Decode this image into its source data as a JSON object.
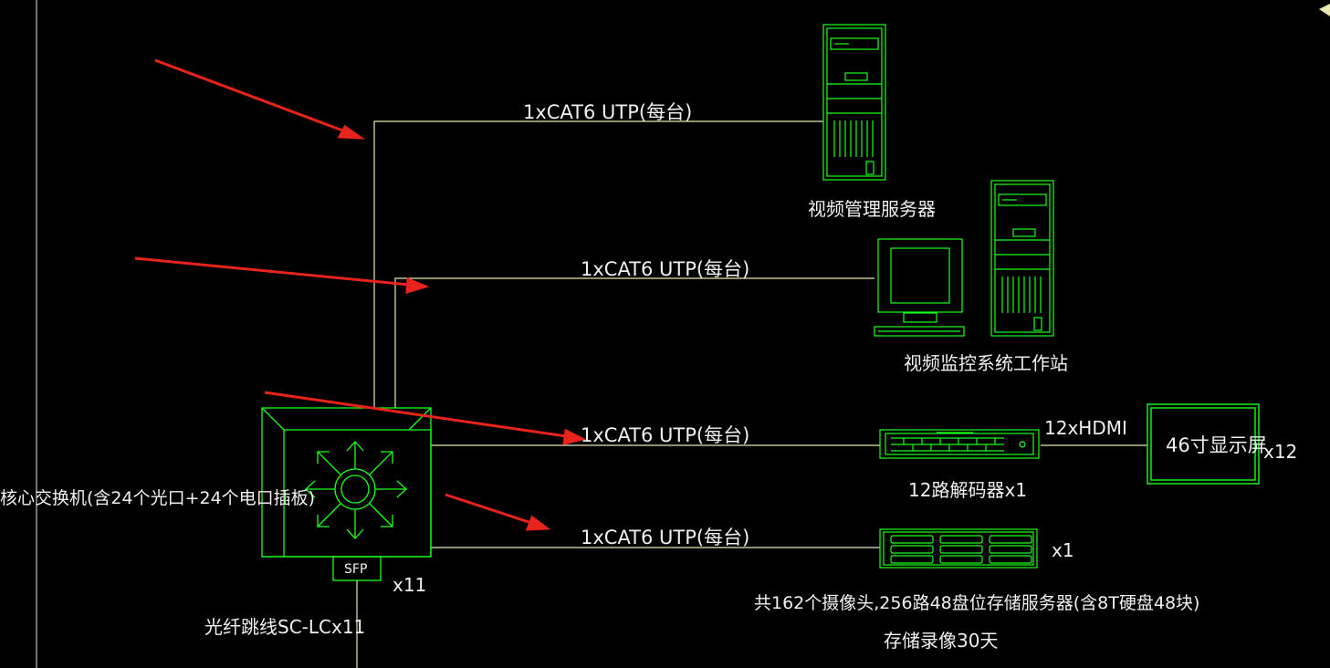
{
  "links": [
    {
      "label": "1xCAT6 UTP(每台)"
    },
    {
      "label": "1xCAT6 UTP(每台)"
    },
    {
      "label": "1xCAT6 UTP(每台)"
    },
    {
      "label": "1xCAT6 UTP(每台)"
    }
  ],
  "devices": {
    "video_server": "视频管理服务器",
    "workstation": "视频监控系统工作站",
    "decoder": "12路解码器x1",
    "display": "46寸显示屏",
    "display_qty": "x12",
    "hdmi": "12xHDMI",
    "storage_qty": "x1",
    "storage_line1": "共162个摄像头,256路48盘位存储服务器(含8T硬盘48块)",
    "storage_line2": "存储录像30天",
    "core_switch": "核心交换机(含24个光口+24个电口插板)",
    "sfp": "SFP",
    "sfp_qty": "x11",
    "fiber": "光纤跳线SC-LCx11"
  },
  "colors": {
    "wire": "#e8e8b0",
    "device": "#19ff19",
    "text": "#f0f0f0",
    "arrow": "#e8231c",
    "background": "#000000"
  }
}
